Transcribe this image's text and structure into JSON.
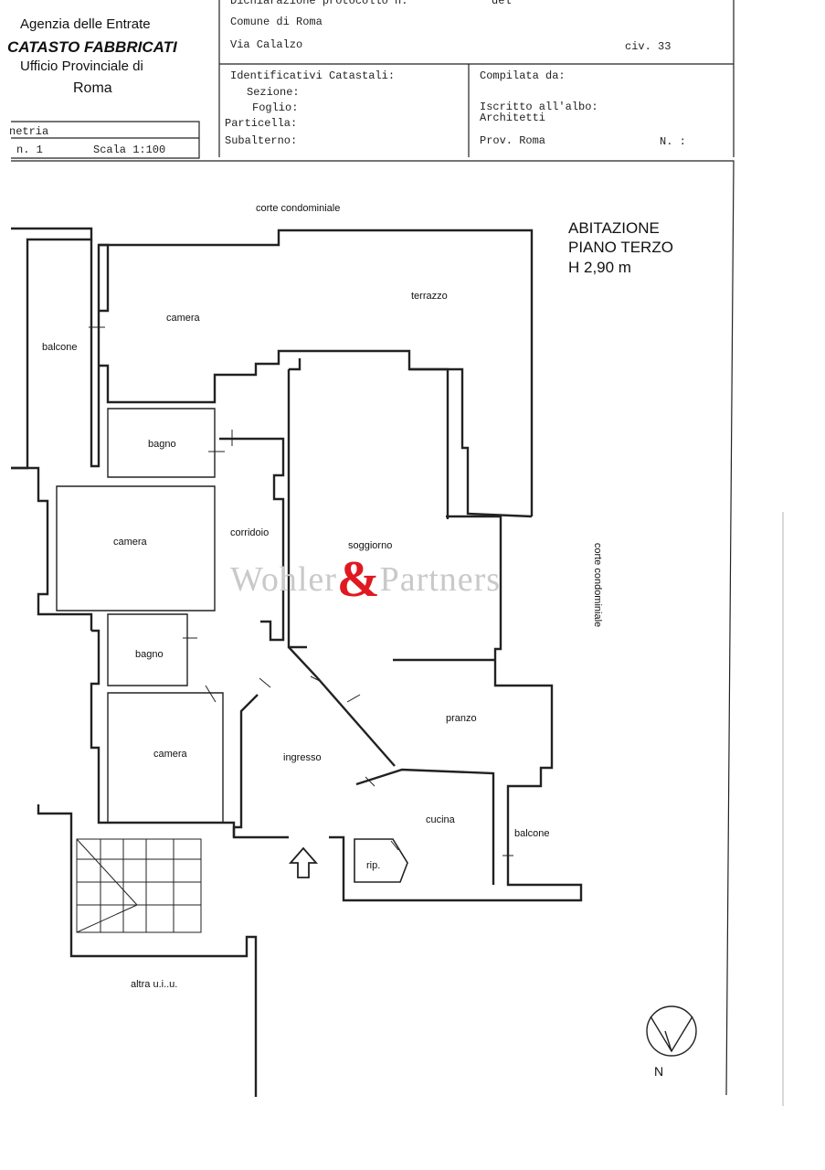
{
  "header": {
    "agency_line1": "Agenzia delle Entrate",
    "agency_line2": "CATASTO FABBRICATI",
    "agency_line3": "Ufficio Provinciale di",
    "agency_city": "Roma",
    "protocol_label": "Dichiarazione protocollo n.",
    "del_label": "del",
    "comune": "Comune di Roma",
    "via": "Via Calalzo",
    "civico": "civ. 33",
    "id_title": "Identificativi Catastali:",
    "sezione": "Sezione:",
    "foglio": "Foglio:",
    "particella": "Particella:",
    "subalterno": "Subalterno:",
    "compilata": "Compilata da:",
    "iscritto": "Iscritto all'albo:",
    "albo": "Architetti",
    "prov": "Prov. Roma",
    "numero": "N. :",
    "planimetria": "netria",
    "scheda": "n. 1",
    "scala": "Scala 1:100"
  },
  "plan": {
    "title_line1": "ABITAZIONE",
    "title_line2": "PIANO TERZO",
    "title_line3": "H 2,90 m",
    "corte_top": "corte condominiale",
    "corte_right": "corte condominiale",
    "rooms": {
      "terrazzo": "terrazzo",
      "camera1": "camera",
      "balcone_left": "balcone",
      "bagno1": "bagno",
      "camera2": "camera",
      "corridoio": "corridoio",
      "soggiorno": "soggiorno",
      "bagno2": "bagno",
      "pranzo": "pranzo",
      "camera3": "camera",
      "ingresso": "ingresso",
      "cucina": "cucina",
      "balcone_right": "balcone",
      "rip": "rip.",
      "altra": "altra u.i..u."
    },
    "north": "N"
  },
  "watermark": {
    "left": "Wohler",
    "amp": "&",
    "right": "Partners"
  }
}
